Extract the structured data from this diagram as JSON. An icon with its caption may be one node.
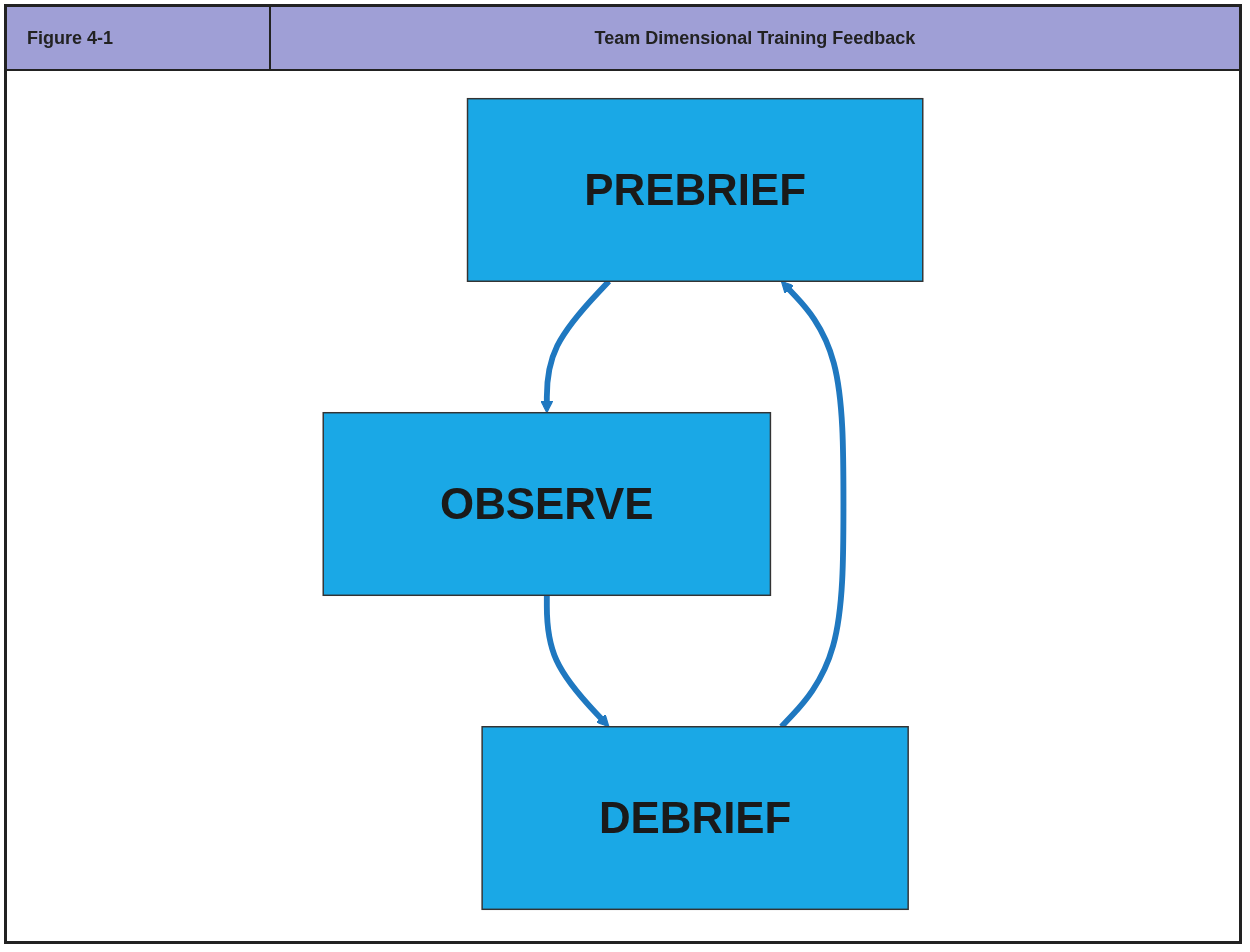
{
  "diagram": {
    "title": "Team Dimensional Training Feedback",
    "nodes": [
      {
        "text": [
          "PREBRIEF"
        ]
      },
      {
        "text": [
          "OBSERVE"
        ]
      },
      {
        "text": [
          "DEBRIEF"
        ]
      }
    ],
    "edges": [
      {
        "from": 0,
        "to": 1,
        "arrow": "to"
      },
      {
        "from": 1,
        "to": 2,
        "arrow": "to"
      },
      {
        "from": 2,
        "to": 0,
        "arrow": "to"
      }
    ],
    "labels": [
      "Figure 4-1"
    ]
  }
}
